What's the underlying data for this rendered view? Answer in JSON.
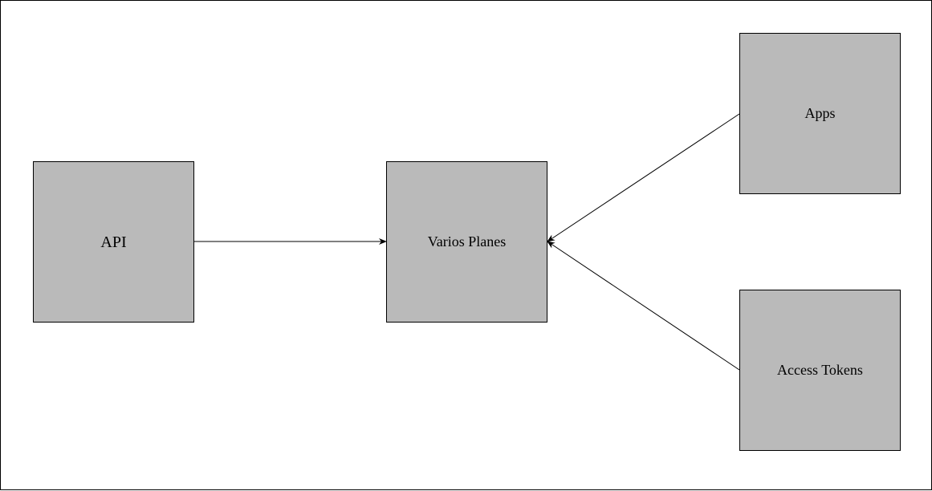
{
  "diagram": {
    "colors": {
      "node_fill": "#bababa",
      "stroke": "#000000",
      "background": "#ffffff"
    },
    "nodes": {
      "api": {
        "label": "API"
      },
      "planes": {
        "label": "Varios Planes"
      },
      "apps": {
        "label": "Apps"
      },
      "tokens": {
        "label": "Access Tokens"
      }
    },
    "edges": [
      {
        "from": "API",
        "to": "Varios Planes"
      },
      {
        "from": "Apps",
        "to": "Varios Planes"
      },
      {
        "from": "Access Tokens",
        "to": "Varios Planes"
      }
    ]
  }
}
